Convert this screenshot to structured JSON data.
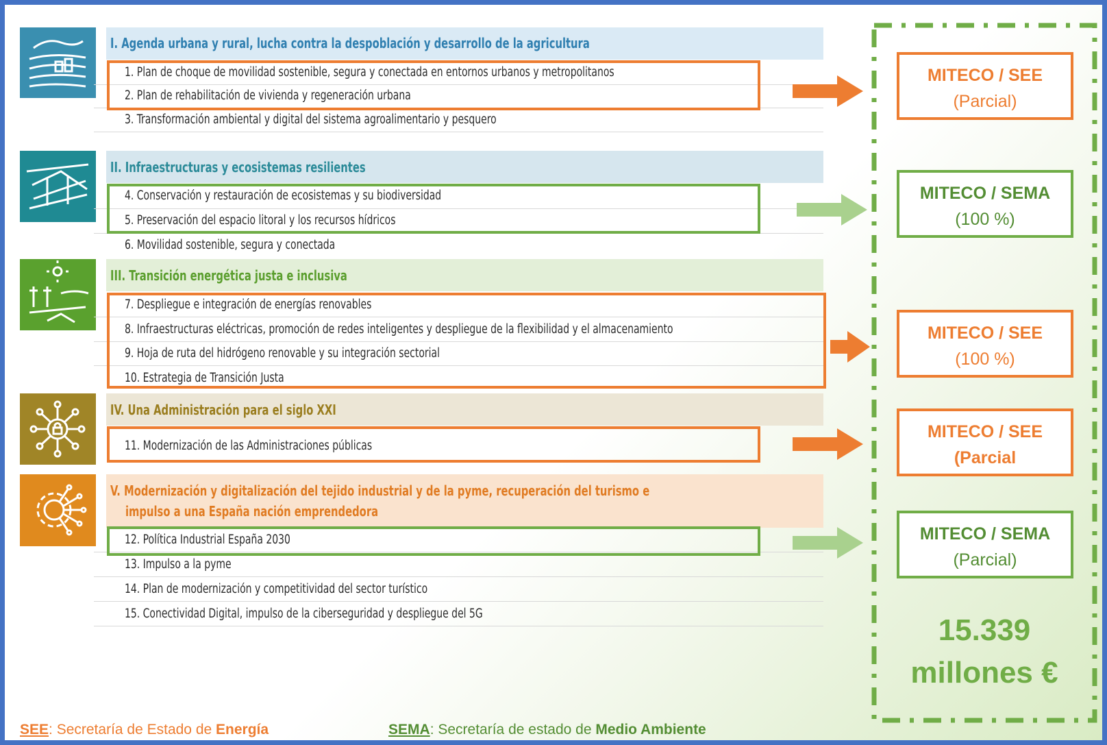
{
  "blocks": [
    {
      "title": "I. Agenda urbana y rural, lucha contra la despoblación y desarrollo de la agricultura",
      "icon": "urban-rural-icon",
      "color": "#3a8fb0",
      "items": [
        "1. Plan de choque de movilidad sostenible, segura y conectada en entornos urbanos y metropolitanos",
        "2. Plan de rehabilitación de vivienda y regeneración urbana",
        "3. Transformación ambiental y digital del sistema agroalimentario y pesquero"
      ]
    },
    {
      "title": "II. Infraestructuras y ecosistemas resilientes",
      "icon": "bridge-infrastructure-icon",
      "color": "#1f8a93",
      "items": [
        "4. Conservación y restauración de ecosistemas y su biodiversidad",
        "5. Preservación del espacio litoral y los recursos hídricos",
        "6. Movilidad sostenible, segura y conectada"
      ]
    },
    {
      "title": "III. Transición energética justa e inclusiva",
      "icon": "renewable-energy-icon",
      "color": "#5aa12e",
      "items": [
        "7. Despliegue e integración de energías renovables",
        "8. Infraestructuras eléctricas, promoción de redes inteligentes y despliegue de la flexibilidad y el almacenamiento",
        "9. Hoja de ruta del hidrógeno renovable y su integración sectorial",
        "10. Estrategia de Transición Justa"
      ]
    },
    {
      "title": "IV. Una Administración para el siglo XXI",
      "icon": "digital-network-lock-icon",
      "color": "#a08527",
      "items": [
        "11. Modernización de las Administraciones públicas"
      ]
    },
    {
      "title": "V. Modernización y digitalización del tejido industrial y de la pyme, recuperación del turismo e",
      "title2": "impulso a una España nación emprendedora",
      "icon": "gear-circuit-icon",
      "color": "#e08a1e",
      "items": [
        "12. Política Industrial España 2030",
        "13. Impulso a la pyme",
        "14. Plan de modernización y competitividad del sector turístico",
        "15. Conectividad Digital, impulso de la ciberseguridad y despliegue del 5G"
      ]
    }
  ],
  "assignments": [
    {
      "org": "MITECO / SEE",
      "share": "(Parcial)",
      "color": "#ed7d31"
    },
    {
      "org": "MITECO / SEMA",
      "share": "(100 %)",
      "color": "#70ad47"
    },
    {
      "org": "MITECO / SEE",
      "share": "(100 %)",
      "color": "#ed7d31"
    },
    {
      "org": "MITECO / SEE",
      "share": "(Parcial",
      "color": "#ed7d31"
    },
    {
      "org": "MITECO / SEMA",
      "share": "(Parcial)",
      "color": "#70ad47"
    }
  ],
  "total": {
    "line1": "15.339",
    "line2": "millones €"
  },
  "legend": {
    "see_abbr": "SEE",
    "see_text": ": Secretaría de Estado de ",
    "see_bold": "Energía",
    "sema_abbr": "SEMA",
    "sema_text": ": Secretaría de estado de ",
    "sema_bold": "Medio Ambiente"
  },
  "colors": {
    "orange": "#ed7d31",
    "green": "#70ad47",
    "frame": "#4472c4"
  }
}
